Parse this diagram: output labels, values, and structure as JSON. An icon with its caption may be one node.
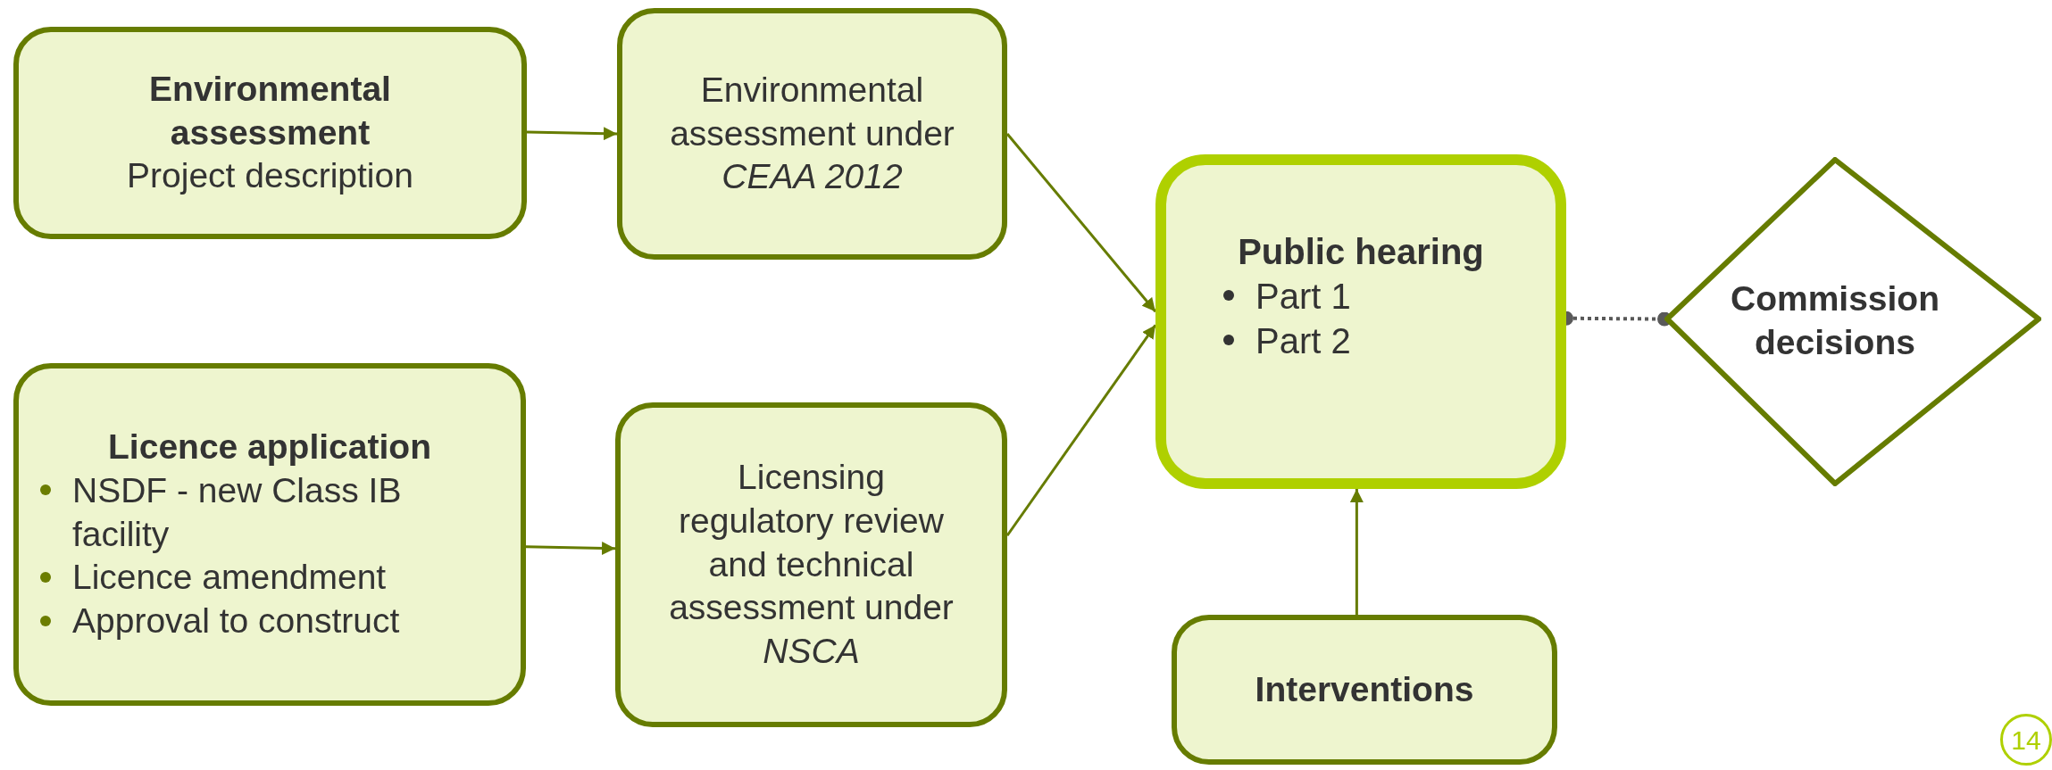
{
  "diagram": {
    "nodes": [
      {
        "text": [
          "Environmental assessment",
          "Project description"
        ]
      },
      {
        "text": [
          "Environmental assessment under *CEAA 2012*"
        ]
      },
      {
        "text": [
          "Licence application",
          "NSDF - new Class IB facility",
          "Licence amendment",
          "Approval to construct"
        ]
      },
      {
        "text": [
          "Licensing regulatory review and technical assessment under *NSCA*"
        ]
      },
      {
        "text": [
          "Public hearing",
          "Part 1",
          "Part 2"
        ]
      },
      {
        "text": [
          "Commission decisions"
        ]
      },
      {
        "text": [
          "Interventions"
        ]
      },
      {
        "text": [
          "14"
        ]
      }
    ],
    "edges": [
      {
        "from": 0,
        "to": 1,
        "arrow": "to"
      },
      {
        "from": 2,
        "to": 3,
        "arrow": "to"
      },
      {
        "from": 1,
        "to": 4,
        "arrow": "to"
      },
      {
        "from": 3,
        "to": 4,
        "arrow": "to"
      },
      {
        "from": 6,
        "to": 4,
        "arrow": "to"
      },
      {
        "from": 4,
        "to": 5,
        "arrow": "other",
        "style": "dashed",
        "color": "#595959"
      }
    ]
  }
}
